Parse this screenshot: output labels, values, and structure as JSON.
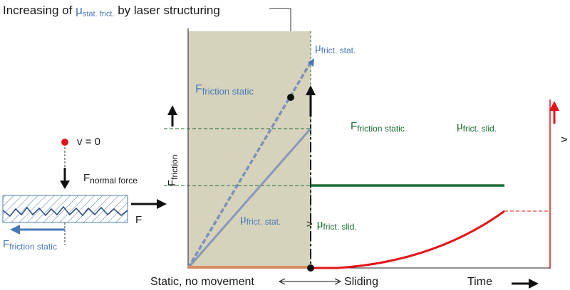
{
  "title": {
    "prefix": "Increasing of ",
    "mu": "μ",
    "mu_sub": "stat. frict.",
    "suffix": " by laser structuring"
  },
  "left_figure": {
    "velocity": "v = 0",
    "normal_force": {
      "main": "F",
      "sub": "normal force"
    },
    "applied_force": "F",
    "friction_static": {
      "main": "F",
      "sub": "friction static"
    }
  },
  "graph": {
    "y_axis_label": {
      "main": "F",
      "sub": "friction"
    },
    "velocity_axis_label": "v",
    "static_region_force": {
      "main": "F",
      "sub": "friction static"
    },
    "mu_frict_stat_top": {
      "main": "μ",
      "sub": "frict. stat."
    },
    "mu_frict_stat_mid": {
      "main": "μ",
      "sub": "frict. stat."
    },
    "green_force_label": {
      "main": "F",
      "sub": "friction static"
    },
    "mu_frict_slid_right": {
      "main": "μ",
      "sub": "frict. slid."
    },
    "comparison_label": {
      "sign": ">",
      "main": "μ",
      "sub": "frict. slid."
    },
    "x_labels": {
      "static": "Static, no movement",
      "sliding": "Sliding",
      "time": "Time"
    }
  },
  "colors": {
    "static_region": "#d6d3bd",
    "blue": "#4a78b5",
    "dashed_blue": "#7f90b8",
    "solid_line": "#8a97b8",
    "green": "#1e6b33",
    "red": "#e3141b",
    "orange": "#d98c5f"
  }
}
